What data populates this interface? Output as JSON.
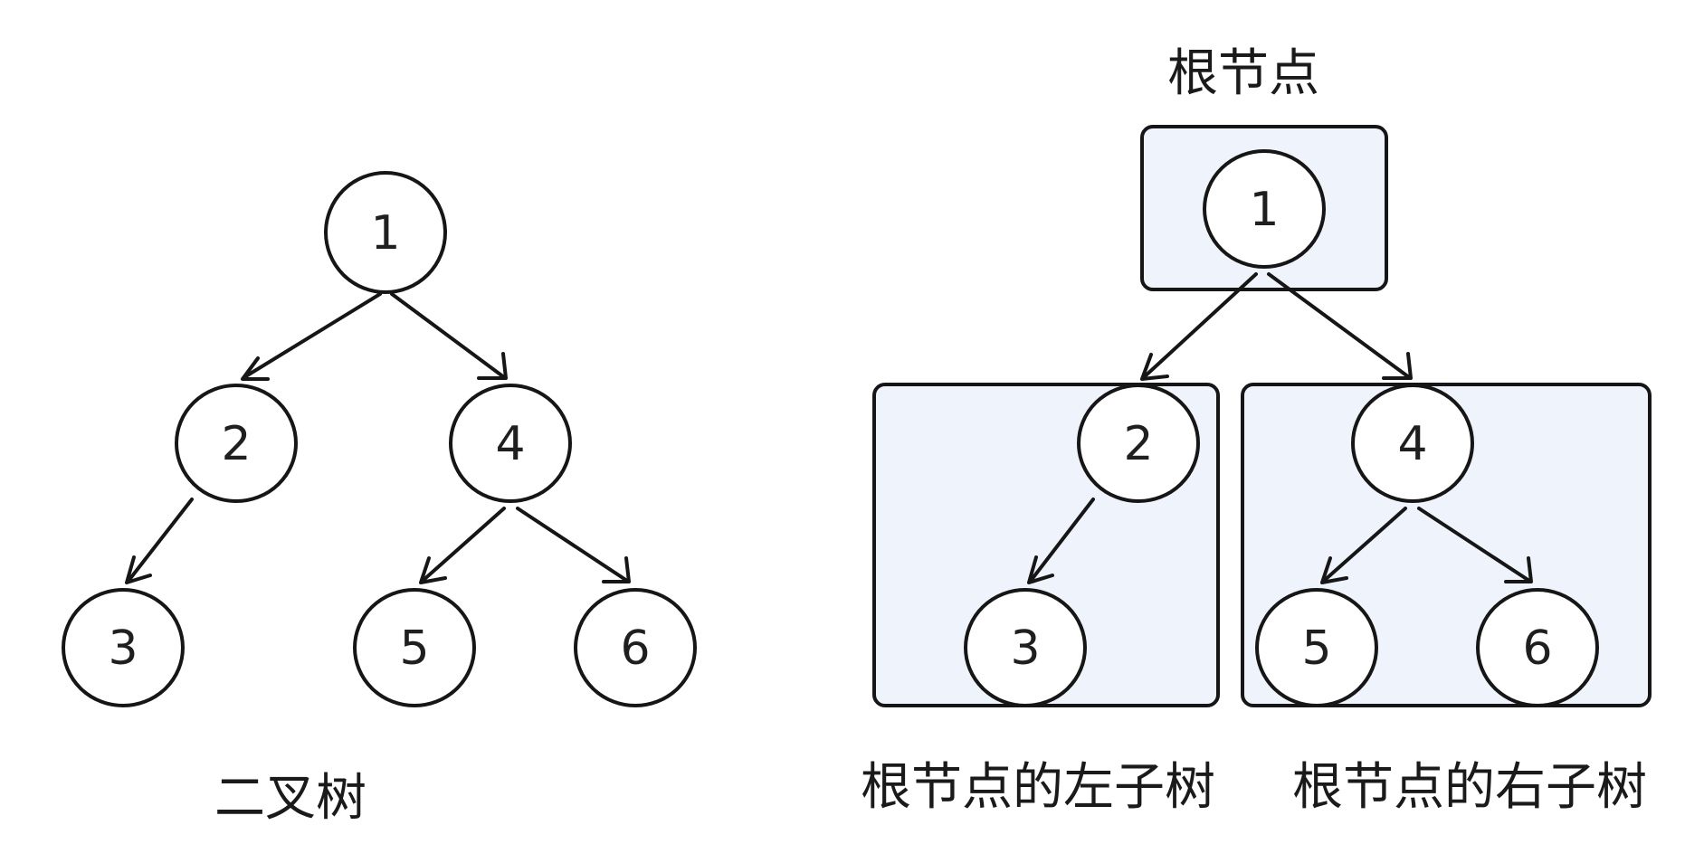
{
  "colors": {
    "box_fill": "#eef3fc",
    "stroke": "#161616",
    "text": "#1f1f1f"
  },
  "left_tree": {
    "caption": "二叉树",
    "nodes": [
      "1",
      "2",
      "4",
      "3",
      "5",
      "6"
    ],
    "edges": [
      [
        "1",
        "2"
      ],
      [
        "1",
        "4"
      ],
      [
        "2",
        "3"
      ],
      [
        "4",
        "5"
      ],
      [
        "4",
        "6"
      ]
    ]
  },
  "right_tree": {
    "root_caption": "根节点",
    "left_subtree_caption": "根节点的左子树",
    "right_subtree_caption": "根节点的右子树",
    "nodes": [
      "1",
      "2",
      "4",
      "3",
      "5",
      "6"
    ],
    "edges": [
      [
        "1",
        "2"
      ],
      [
        "1",
        "4"
      ],
      [
        "2",
        "3"
      ],
      [
        "4",
        "5"
      ],
      [
        "4",
        "6"
      ]
    ]
  }
}
